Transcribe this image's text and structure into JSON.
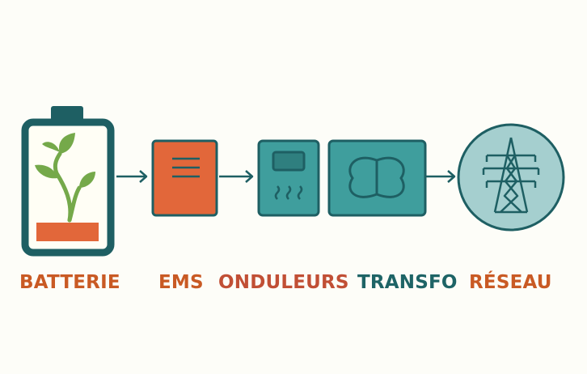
{
  "diagram": {
    "nodes": [
      {
        "id": "batterie",
        "label": "BATTERIE",
        "icon": "battery-plant-icon"
      },
      {
        "id": "ems",
        "label": "EMS",
        "icon": "document-icon"
      },
      {
        "id": "onduleurs",
        "label": "ONDULEURS",
        "icon": "inverter-icon"
      },
      {
        "id": "transfo",
        "label": "TRANSFO",
        "icon": "transformer-icon"
      },
      {
        "id": "reseau",
        "label": "RÉSEAU",
        "icon": "power-pylon-icon"
      }
    ],
    "edges": [
      {
        "from": "batterie",
        "to": "ems"
      },
      {
        "from": "ems",
        "to": "onduleurs"
      },
      {
        "from": "transfo",
        "to": "reseau"
      }
    ]
  },
  "colors": {
    "dark_teal": "#1e5f63",
    "teal": "#3f9e9d",
    "orange": "#e2673a",
    "green": "#75a94a",
    "light_teal": "#a5cfcf",
    "label_orange": "#c95a24",
    "label_teal": "#1e6466"
  }
}
